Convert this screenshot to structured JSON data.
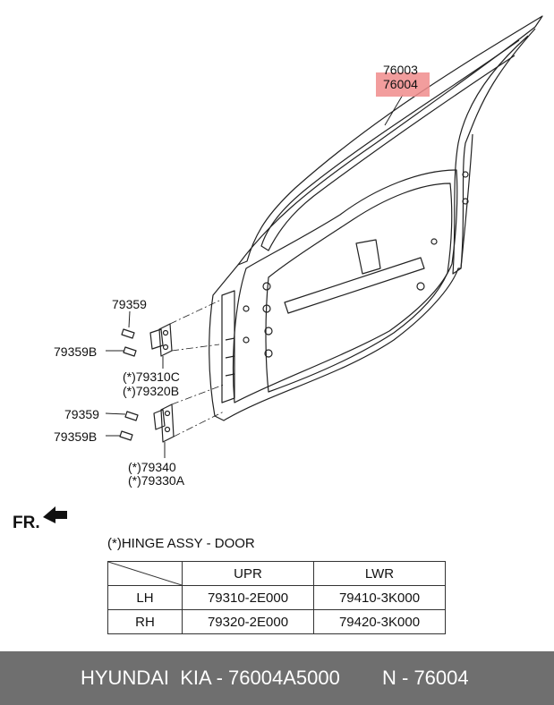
{
  "labels": {
    "part_76003": "76003",
    "part_76004": "76004",
    "bolt_upper": "79359",
    "bolt_upper_b": "79359B",
    "hinge_upper_1": "(*)79310C",
    "hinge_upper_2": "(*)79320B",
    "bolt_lower": "79359",
    "bolt_lower_b": "79359B",
    "hinge_lower_1": "(*)79340",
    "hinge_lower_2": "(*)79330A",
    "fr": "FR."
  },
  "note": "(*)HINGE ASSY - DOOR",
  "table": {
    "headers": [
      "",
      "UPR",
      "LWR"
    ],
    "rows": [
      [
        "LH",
        "79310-2E000",
        "79410-3K000"
      ],
      [
        "RH",
        "79320-2E000",
        "79420-3K000"
      ]
    ]
  },
  "footer": {
    "brand": "HYUNDAI  KIA - 76004A5000",
    "code": "N - 76004"
  },
  "colors": {
    "highlight": "#f08c8c",
    "footer_bg": "#6f6f6f"
  }
}
